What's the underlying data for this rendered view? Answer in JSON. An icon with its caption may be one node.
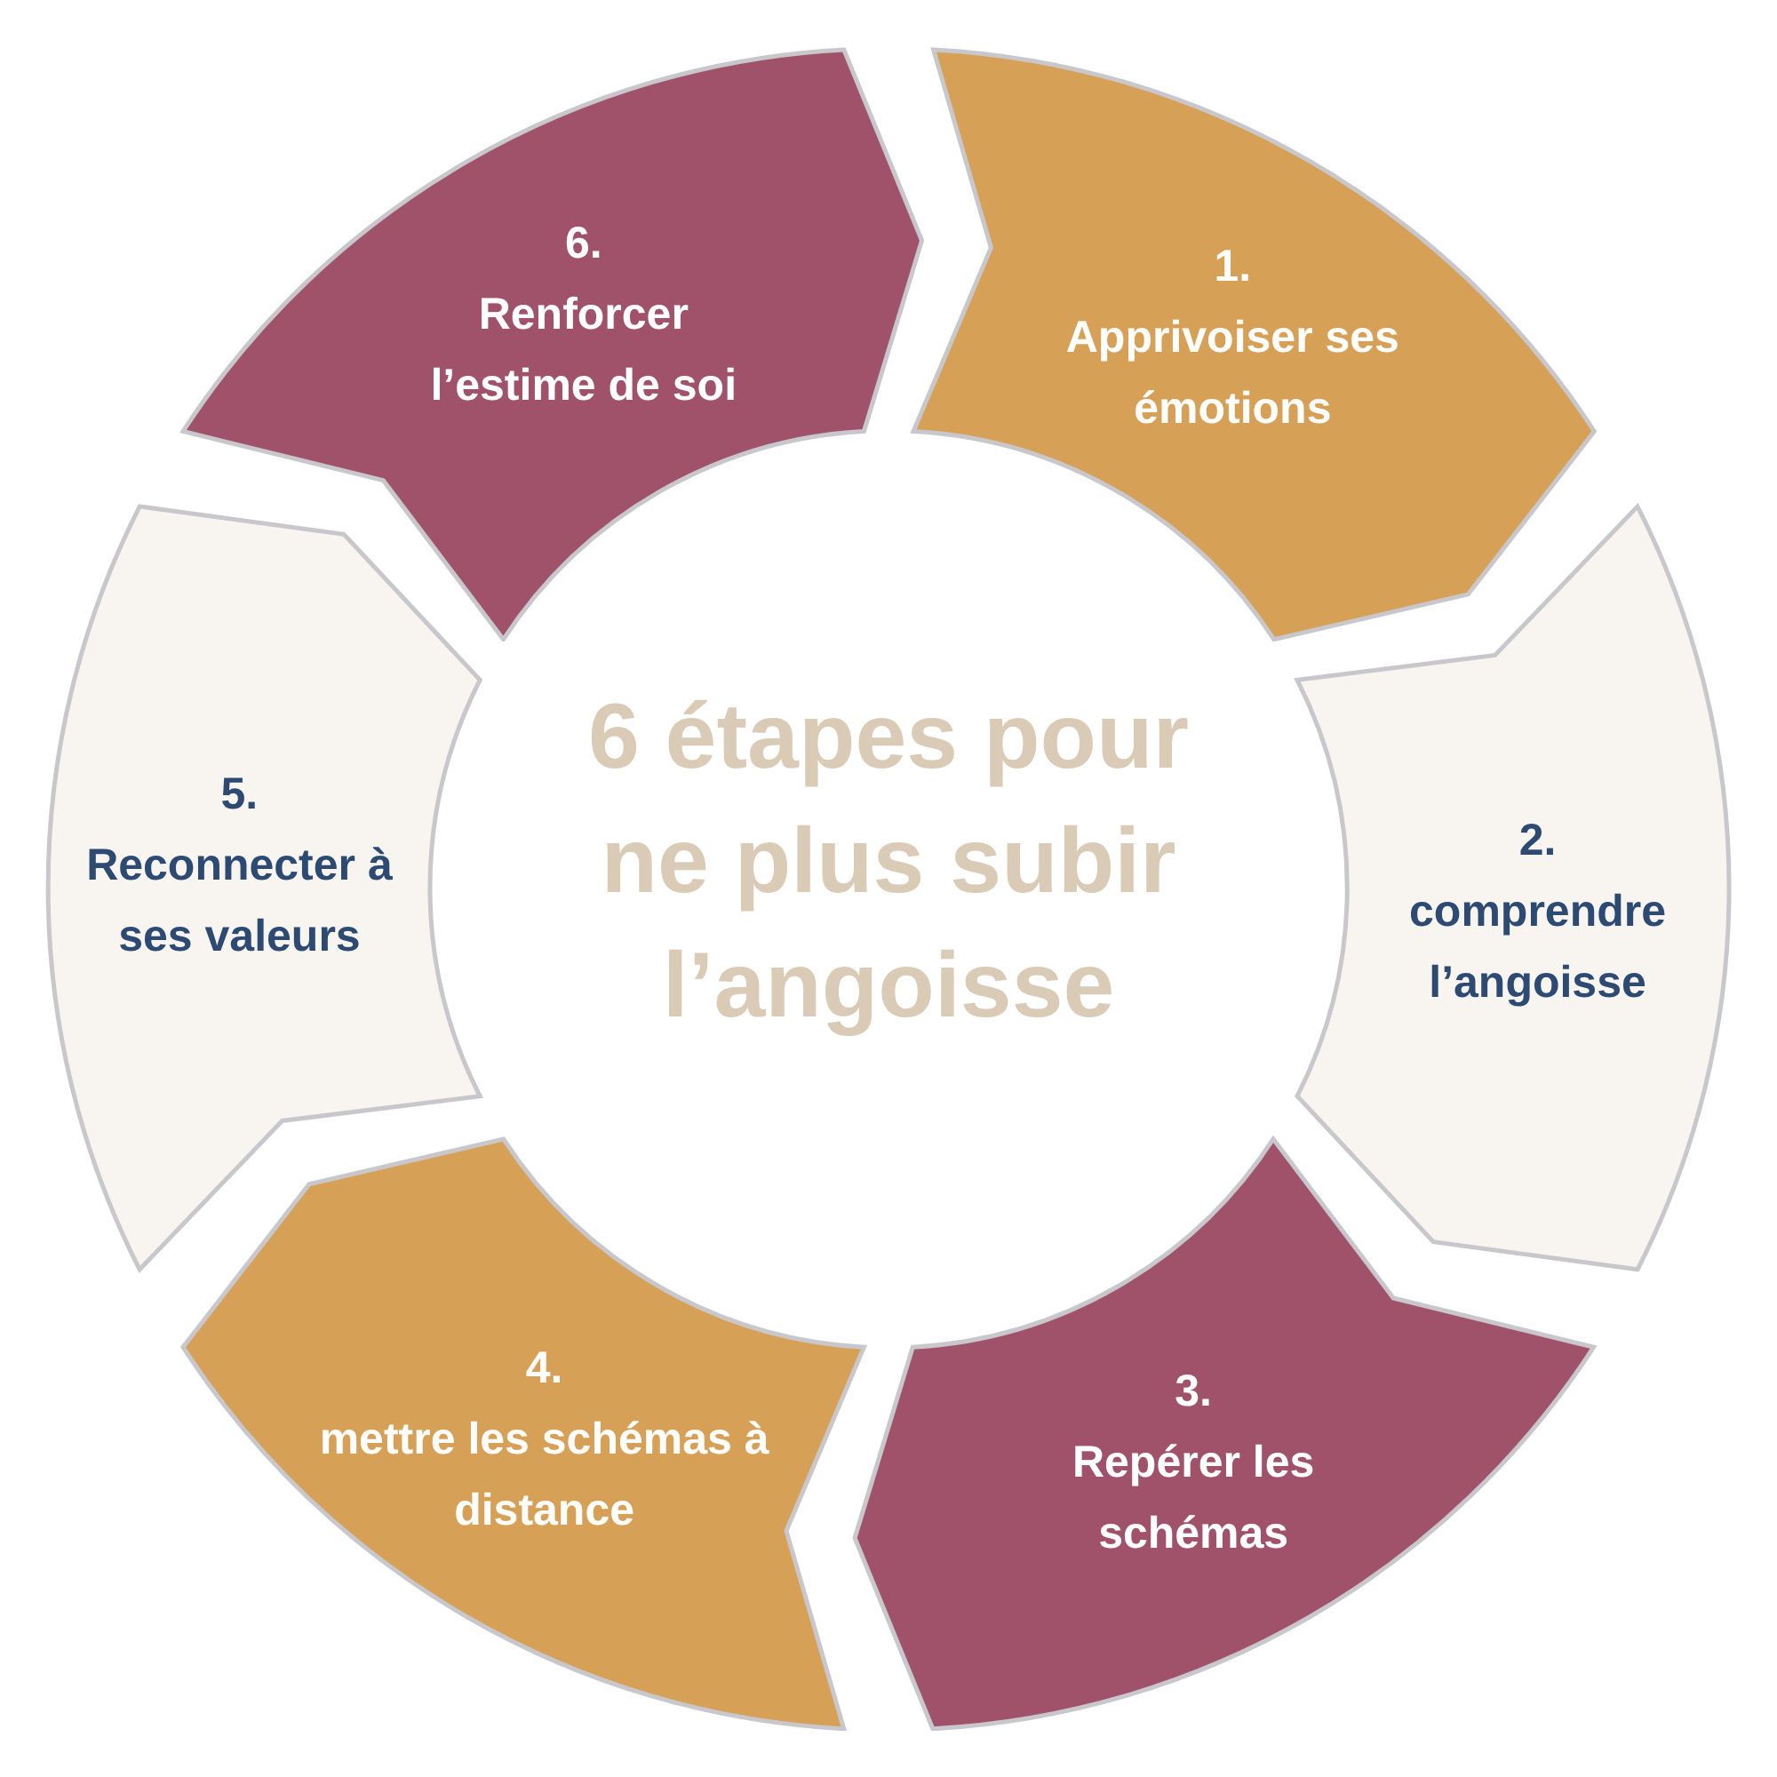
{
  "diagram": {
    "title": "6 étapes pour ne plus subir l’angoisse",
    "nodes": [
      {
        "text": [
          "1.",
          "Apprivoiser ses émotions"
        ]
      },
      {
        "text": [
          "2.",
          "comprendre l’angoisse"
        ]
      },
      {
        "text": [
          "3.",
          "Repérer les schémas"
        ]
      },
      {
        "text": [
          "4.",
          "mettre les schémas à distance"
        ]
      },
      {
        "text": [
          "5.",
          "Reconnecter à ses valeurs"
        ]
      },
      {
        "text": [
          "6.",
          "Renforcer l’estime de soi"
        ]
      }
    ]
  }
}
